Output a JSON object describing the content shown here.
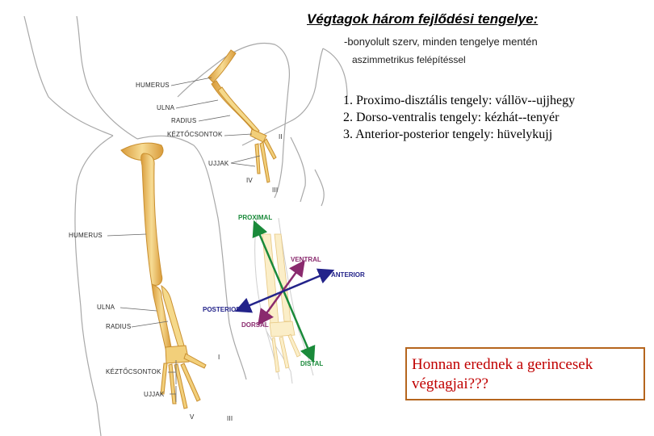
{
  "title": "Végtagok három fejlődési tengelye:",
  "subtitle_line1": "-bonyolult szerv, minden tengelye mentén",
  "subtitle_line2": "aszimmetrikus felépítéssel",
  "axes": [
    "1. Proximo-disztális tengely: vállöv--ujjhegy",
    "2. Dorso-ventralis tengely: kézhát--tenyér",
    "3. Anterior-posterior tengely: hüvelykujj"
  ],
  "question": "Honnan erednek a gerincesek végtagjai???",
  "figure": {
    "wing_labels": {
      "humerus": "HUMERUS",
      "ulna": "ULNA",
      "radius": "RADIUS",
      "carpals": "KÉZTŐCSONTOK",
      "digits": "UJJAK",
      "digit_II": "II",
      "digit_IV": "IV",
      "digit_III": "III"
    },
    "arm_labels": {
      "humerus": "HUMERUS",
      "ulna": "ULNA",
      "radius": "RADIUS",
      "carpals": "KÉZTŐCSONTOK",
      "digits": "UJJAK",
      "digit_I": "I",
      "digit_V": "V",
      "digit_III": "III"
    },
    "axis_labels": {
      "proximal": "PROXIMAL",
      "distal": "DISTAL",
      "ventral": "VENTRAL",
      "dorsal": "DORSAL",
      "anterior": "ANTERIOR",
      "posterior": "POSTERIOR"
    },
    "colors": {
      "bone": "#f2cf7a",
      "bone_dark": "#c98f2f",
      "outline": "#9a9a9a",
      "proximal_distal": "#1a8a3a",
      "dorsal_ventral": "#8a2a6e",
      "anterior_posterior": "#23238a"
    }
  }
}
